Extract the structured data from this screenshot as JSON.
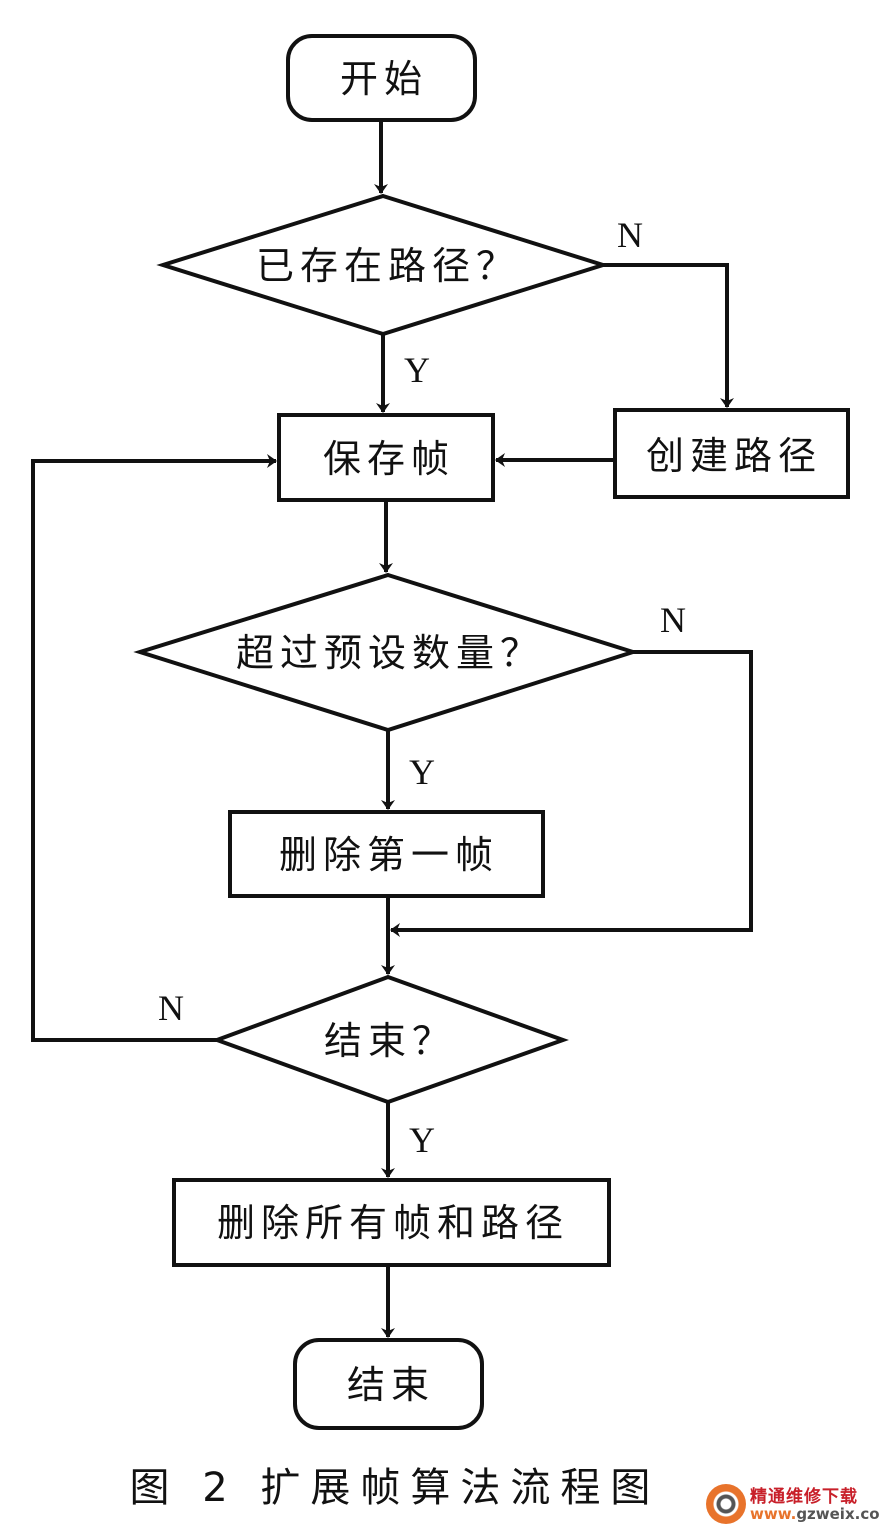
{
  "diagram": {
    "type": "flowchart",
    "caption": "图 2 扩展帧算法流程图",
    "nodes": {
      "start": {
        "shape": "terminal",
        "label": "开始"
      },
      "path_exists": {
        "shape": "decision",
        "label": "已存在路径？"
      },
      "create_path": {
        "shape": "process",
        "label": "创建路径"
      },
      "save_frame": {
        "shape": "process",
        "label": "保存帧"
      },
      "exceed_preset": {
        "shape": "decision",
        "label": "超过预设数量？"
      },
      "delete_first_frame": {
        "shape": "process",
        "label": "删除第一帧"
      },
      "finished": {
        "shape": "decision",
        "label": "结束？"
      },
      "delete_all": {
        "shape": "process",
        "label": "删除所有帧和路径"
      },
      "end": {
        "shape": "terminal",
        "label": "结束"
      }
    },
    "edges": [
      {
        "from": "start",
        "to": "path_exists",
        "label": ""
      },
      {
        "from": "path_exists",
        "to": "save_frame",
        "label": "Y"
      },
      {
        "from": "path_exists",
        "to": "create_path",
        "label": "N"
      },
      {
        "from": "create_path",
        "to": "save_frame",
        "label": ""
      },
      {
        "from": "save_frame",
        "to": "exceed_preset",
        "label": ""
      },
      {
        "from": "exceed_preset",
        "to": "delete_first_frame",
        "label": "Y"
      },
      {
        "from": "exceed_preset",
        "to": "finished",
        "label": "N"
      },
      {
        "from": "delete_first_frame",
        "to": "finished",
        "label": ""
      },
      {
        "from": "finished",
        "to": "delete_all",
        "label": "Y"
      },
      {
        "from": "finished",
        "to": "save_frame",
        "label": "N"
      },
      {
        "from": "delete_all",
        "to": "end",
        "label": ""
      }
    ],
    "labels": {
      "yes": "Y",
      "no": "N"
    }
  },
  "watermark": {
    "name": "精通维修下载",
    "url_prefix": "www.",
    "url_rest": "gzweix.com"
  }
}
